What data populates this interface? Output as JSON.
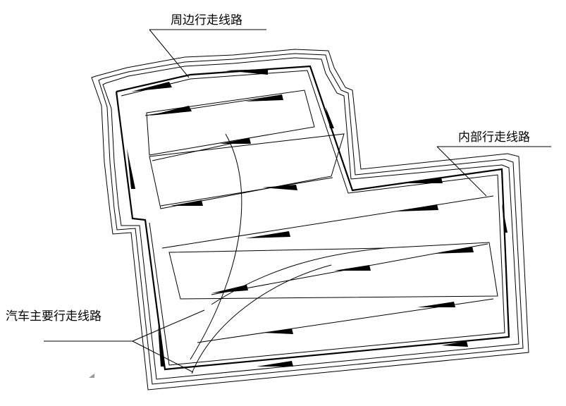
{
  "labels": {
    "perimeter_route": "周边行走线路",
    "interior_route": "内部行走线路",
    "vehicle_route": "汽车主要行走线路"
  },
  "colors": {
    "line": "#000000",
    "background": "#ffffff"
  }
}
